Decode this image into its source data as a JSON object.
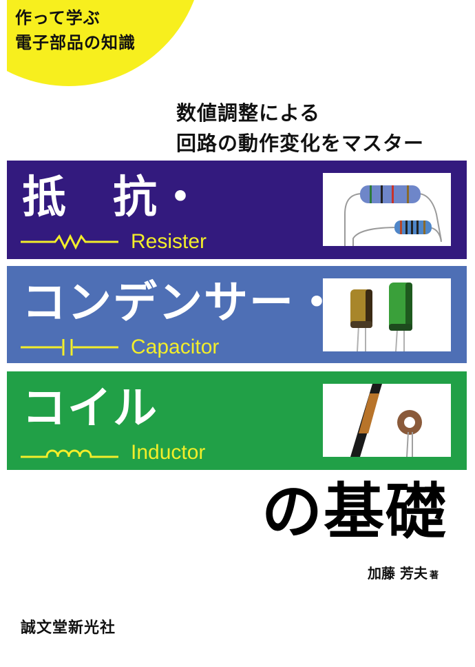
{
  "badge": {
    "line1": "作って学ぶ",
    "line2": "電子部品の知識",
    "color": "#f7ef1e"
  },
  "tagline": {
    "line1": "数値調整による",
    "line2": "回路の動作変化をマスター"
  },
  "bands": [
    {
      "jp": "抵　抗・",
      "en": "Resister",
      "symbol": "resistor-symbol",
      "photo": "resistors-photo",
      "color": "#331a7e"
    },
    {
      "jp": "コンデンサー・",
      "en": "Capacitor",
      "symbol": "capacitor-symbol",
      "photo": "capacitors-photo",
      "color": "#4e6fb5"
    },
    {
      "jp": "コイル",
      "en": "Inductor",
      "symbol": "inductor-symbol",
      "photo": "inductors-photo",
      "color": "#21a047"
    }
  ],
  "main_title": "の基礎",
  "author": {
    "name": "加藤 芳夫",
    "suffix": "著"
  },
  "publisher": "誠文堂新光社",
  "accent_text_color": "#f3ee2a"
}
